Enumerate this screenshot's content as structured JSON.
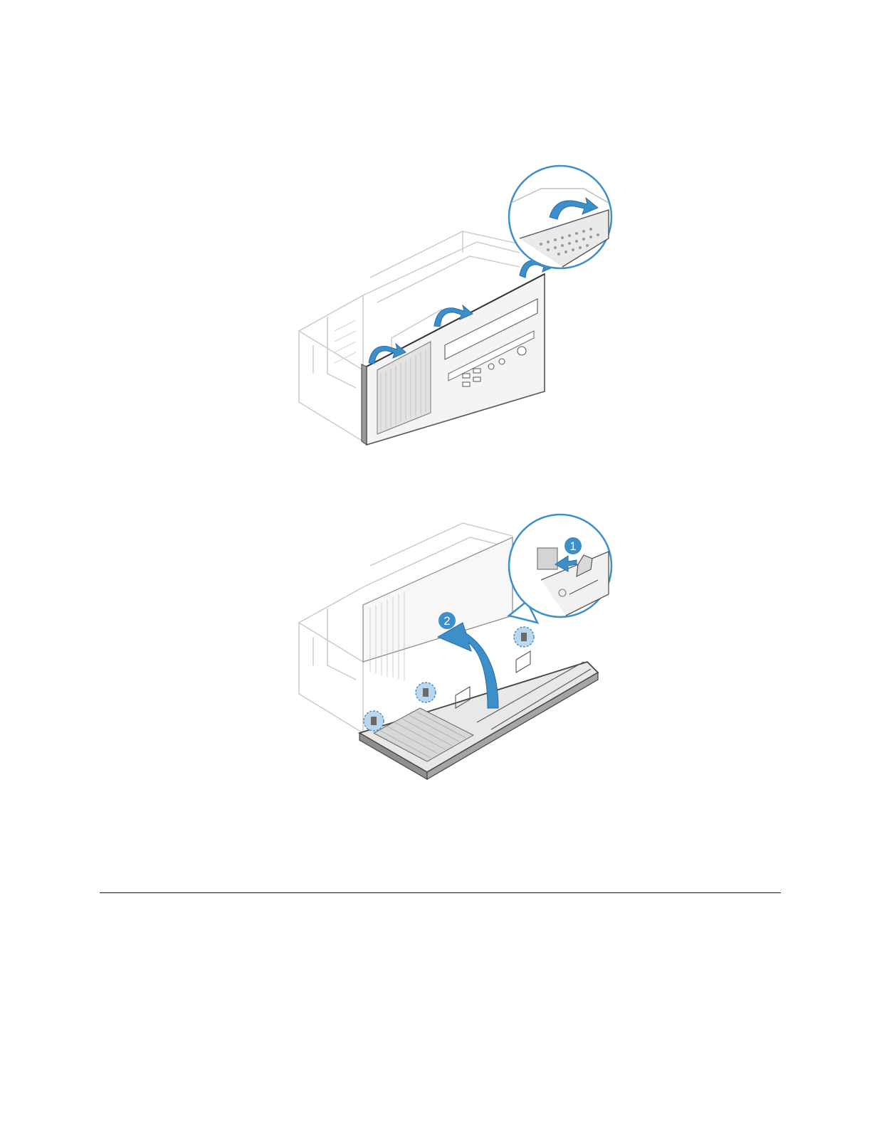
{
  "figures": [
    {
      "id": "remove-front-bezel",
      "callouts": []
    },
    {
      "id": "install-front-bezel",
      "callouts": [
        "1",
        "2"
      ]
    }
  ],
  "colors": {
    "accent_blue": "#3d8fc9",
    "line_gray": "#7a7a7a",
    "light_gray": "#c8c8c8",
    "rule": "#1a1a1a"
  }
}
